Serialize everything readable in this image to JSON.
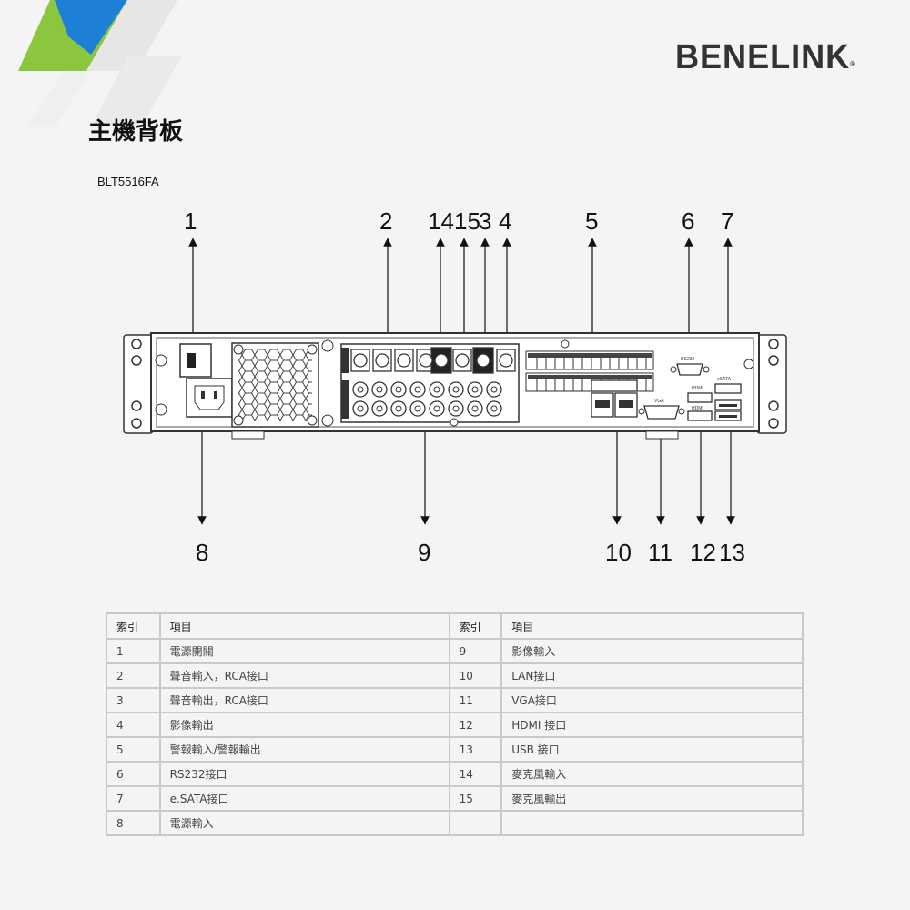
{
  "brand": "BENELINK",
  "brand_mark": "®",
  "page_title": "主機背板",
  "model": "BLT5516FA",
  "top_labels": [
    {
      "num": "1"
    },
    {
      "num": "2"
    },
    {
      "num": "14"
    },
    {
      "num": "15"
    },
    {
      "num": "3"
    },
    {
      "num": "4"
    },
    {
      "num": "5"
    },
    {
      "num": "6"
    },
    {
      "num": "7"
    }
  ],
  "bottom_labels": [
    {
      "num": "8"
    },
    {
      "num": "9"
    },
    {
      "num": "10"
    },
    {
      "num": "11"
    },
    {
      "num": "12"
    },
    {
      "num": "13"
    }
  ],
  "panel_text": {
    "rs232": "RS232",
    "vga": "VGA",
    "hdmi": "HDMI",
    "esata": "eSATA"
  },
  "table": {
    "headers": [
      "索引",
      "項目",
      "索引",
      "項目"
    ],
    "rows": [
      [
        "1",
        "電源開關",
        "9",
        "影像輸入"
      ],
      [
        "2",
        "聲音輸入，RCA接口",
        "10",
        "LAN接口"
      ],
      [
        "3",
        "聲音輸出，RCA接口",
        "11",
        "VGA接口"
      ],
      [
        "4",
        "影像輸出",
        "12",
        "HDMI 接口"
      ],
      [
        "5",
        "警報輸入/警報輸出",
        "13",
        "USB 接口"
      ],
      [
        "6",
        "RS232接口",
        "14",
        "麥克風輸入"
      ],
      [
        "7",
        "e.SATA接口",
        "15",
        "麥克風輸出"
      ],
      [
        "8",
        "電源輸入",
        "",
        ""
      ]
    ]
  }
}
